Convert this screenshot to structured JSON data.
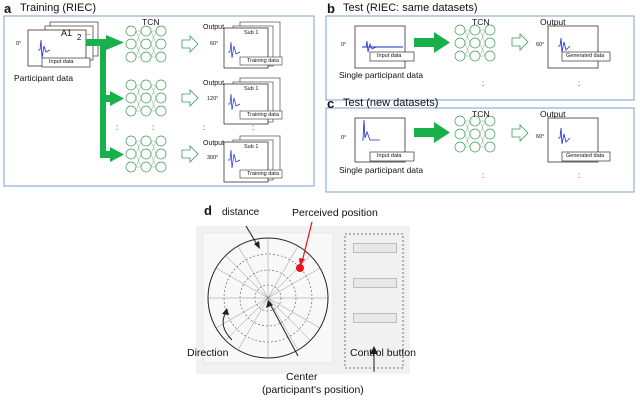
{
  "panel_a": {
    "letter": "a",
    "title": "Training (RIEC)",
    "stack_label_front": "A1",
    "stack_label_back": "2",
    "stack_dots": "...",
    "input_label": "Input data",
    "participant_label": "Participant data",
    "angle_input": "0°",
    "tcn": "TCN",
    "outputs": [
      {
        "output": "Output",
        "angle": "60°",
        "sub": "Sub 1",
        "training": "Training data"
      },
      {
        "output": "Output",
        "angle": "120°",
        "sub": "Sub 1",
        "training": "Training data"
      },
      {
        "output": "Output",
        "angle": "300°",
        "sub": "Sub 1",
        "training": "Training data"
      }
    ],
    "ellipsis": ":"
  },
  "panel_b": {
    "letter": "b",
    "title": "Test (RIEC: same datasets)",
    "angle": "0°",
    "input_label": "Input data",
    "participant_label": "Single participant data",
    "tcn": "TCN",
    "output": "Output",
    "out_angle": "60°",
    "generated": "Generated data",
    "ellipsis": ":"
  },
  "panel_c": {
    "letter": "c",
    "title": "Test (new datasets)",
    "angle": "0°",
    "input_label": "Input data",
    "participant_label": "Single participant data",
    "tcn": "TCN",
    "output": "Output",
    "out_angle": "60°",
    "generated": "Generated data",
    "ellipsis": ":"
  },
  "panel_d": {
    "letter": "d",
    "distance": "distance",
    "perceived": "Perceived position",
    "direction": "Direction",
    "center": "Center",
    "center_sub": "(participant's position)",
    "control": "Control button"
  },
  "colors": {
    "arrow_green": "#18b04a",
    "panel_border": "#7a9fd4",
    "signal_blue": "#1a2fd0",
    "marker_red": "#e8141a"
  }
}
